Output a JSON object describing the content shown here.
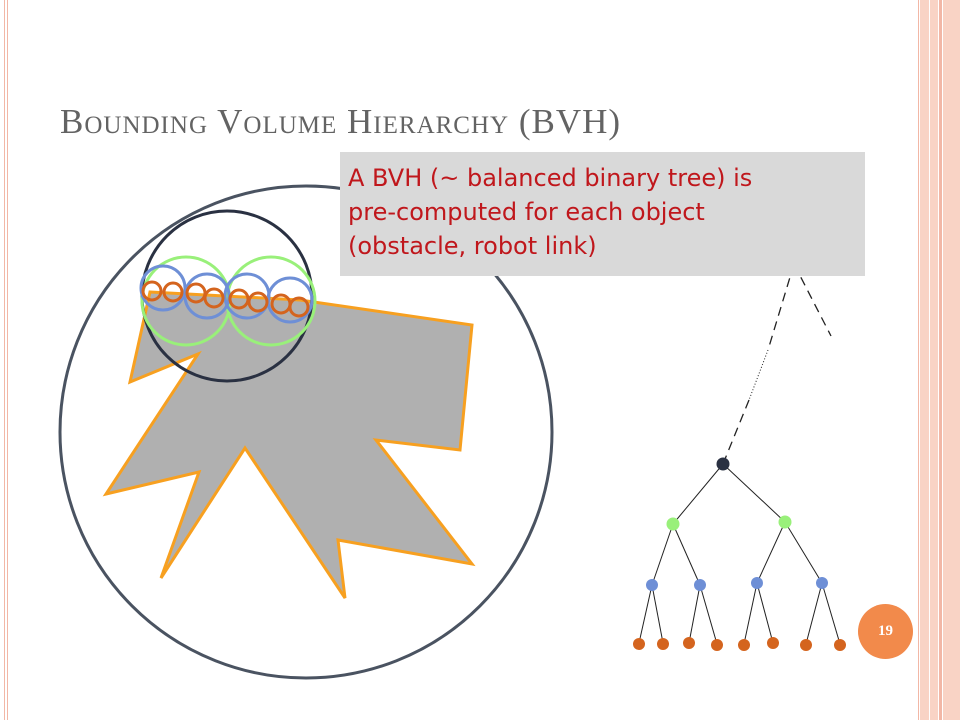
{
  "slide": {
    "title": "Bounding Volume Hierarchy (BVH)",
    "callout": {
      "lines": [
        "A BVH (~ balanced binary tree) is",
        "pre-computed for each object",
        "(obstacle, robot link)"
      ]
    },
    "page_number": "19"
  },
  "colors": {
    "title": "#636363",
    "callout_text": "#c0171c",
    "callout_bg": "#d9d9d9",
    "object_fill": "#b0b0b0",
    "object_stroke": "#f7a020",
    "bounding_circle_root": "#4a5361",
    "bounding_circle_level1": "#2a3142",
    "bounding_circle_level2": "#99f07a",
    "bounding_circle_level3": "#6e8fd6",
    "bounding_circle_leaf": "#d4641e",
    "page_badge": "#f28a4b",
    "stripe_light": "#f9d3c5",
    "stripe_dark": "#f2b7a6"
  }
}
